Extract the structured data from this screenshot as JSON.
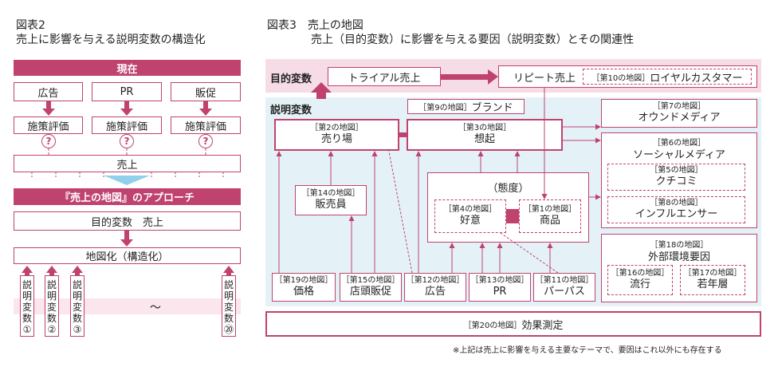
{
  "left": {
    "fig_no": "図表2",
    "title": "売上に影響を与える説明変数の構造化",
    "genzai": "現在",
    "top_boxes": [
      "広告",
      "PR",
      "販促"
    ],
    "eval_boxes": [
      "施策評価",
      "施策評価",
      "施策評価"
    ],
    "question": "?",
    "uriage": "売上",
    "approach": "『売上の地図』のアプローチ",
    "mokuteki": "目的変数　売上",
    "chizuka": "地図化（構造化）",
    "var_labels": [
      [
        "説",
        "明",
        "変",
        "数",
        "①"
      ],
      [
        "説",
        "明",
        "変",
        "数",
        "②"
      ],
      [
        "説",
        "明",
        "変",
        "数",
        "③"
      ],
      [
        "説",
        "明",
        "変",
        "数",
        "⑳"
      ]
    ],
    "tilde": "～"
  },
  "right": {
    "fig_no": "図表3　売上の地図",
    "title": "売上（目的変数）に影響を与える要因（説明変数）とその関連性",
    "mokuteki_label": "目的変数",
    "setsumei_label": "説明変数",
    "trial": "トライアル売上",
    "repeat": "リピート売上",
    "loyal_tag": "［第10の地図］",
    "loyal": "ロイヤルカスタマー",
    "brand_tag": "［第9の地図］",
    "brand": "ブランド",
    "owned_tag": "［第7の地図］",
    "owned": "オウンドメディア",
    "social_tag": "［第6の地図］",
    "social": "ソーシャルメディア",
    "kuchikomi_tag": "［第5の地図］",
    "kuchikomi": "クチコミ",
    "influencer_tag": "［第8の地図］",
    "influencer": "インフルエンサー",
    "gaibu_tag": "［第18の地図］",
    "gaibu": "外部環境要因",
    "ryuko_tag": "［第16の地図］",
    "ryuko": "流行",
    "jakunen_tag": "［第17の地図］",
    "jakunen": "若年層",
    "uriba_tag": "［第2の地図］",
    "uriba": "売り場",
    "souki_tag": "［第3の地図］",
    "souki": "想起",
    "taido": "（態度）",
    "koui_tag": "［第4の地図］",
    "koui": "好意",
    "shohin_tag": "［第1の地図］",
    "shohin": "商品",
    "hanbai_tag": "［第14の地図］",
    "hanbai": "販売員",
    "kakaku_tag": "［第19の地図］",
    "kakaku": "価格",
    "tento_tag": "［第15の地図］",
    "tento": "店頭販促",
    "koukoku_tag": "［第12の地図］",
    "koukoku": "広告",
    "pr_tag": "［第13の地図］",
    "pr": "PR",
    "perpas_tag": "［第11の地図］",
    "perpas": "パーパス",
    "kouka_tag": "［第20の地図］",
    "kouka": "効果測定",
    "note": "※上記は売上に影響を与える主要なテーマで、要因はこれ以外にも存在する"
  },
  "colors": {
    "accent": "#c0426f",
    "pink_bg": "#f6dce6",
    "blue_bg": "#e4f2f8",
    "light_blue_arrow": "#8fd0ea",
    "band_pink": "#fbe6ee"
  }
}
